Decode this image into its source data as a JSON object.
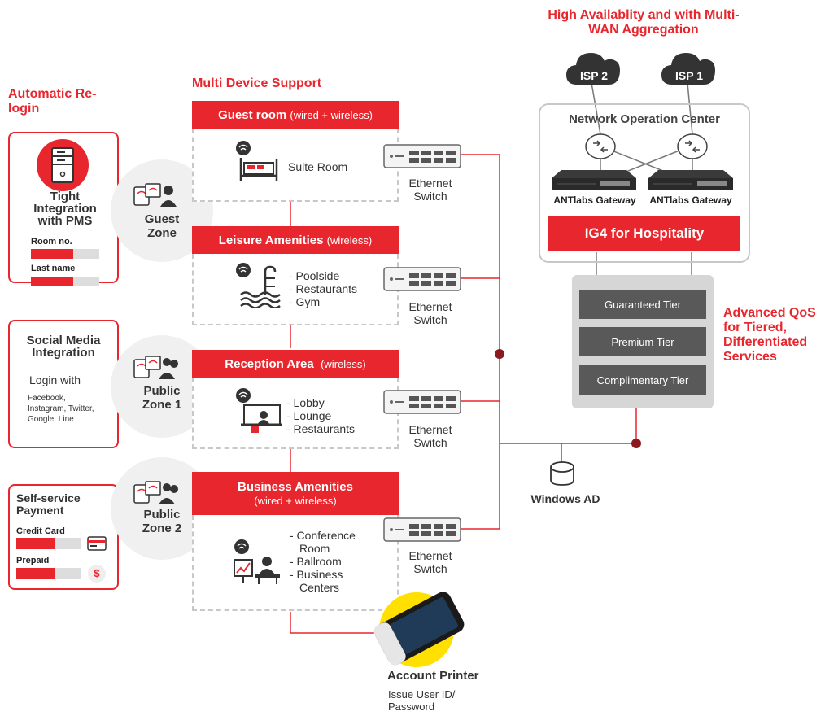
{
  "titles": {
    "relogin": "Automatic Re-login",
    "multi_device": "Multi Device Support",
    "high_avail": "High Availablity and with Multi-WAN Aggregation",
    "qos": "Advanced QoS for Tiered, Differentiated Services"
  },
  "pms_panel": {
    "heading": "Tight Integration with PMS",
    "fields": [
      "Room no.",
      "Last name"
    ]
  },
  "social_panel": {
    "heading": "Social Media Integration",
    "subheading": "Login with",
    "networks": "Facebook, Instagram, Twitter, Google, Line"
  },
  "payment_panel": {
    "heading": "Self-service Payment",
    "methods": [
      "Credit Card",
      "Prepaid"
    ],
    "dollar": "$"
  },
  "zones": {
    "guest": "Guest Zone",
    "public1": "Public Zone 1",
    "public2": "Public Zone 2"
  },
  "amenities": [
    {
      "title": "Guest room",
      "detail": "(wired + wireless)",
      "items": [
        "Suite Room"
      ]
    },
    {
      "title": "Leisure Amenities",
      "detail": "(wireless)",
      "items": [
        "- Poolside",
        "- Restaurants",
        "- Gym"
      ]
    },
    {
      "title": "Reception Area",
      "detail": "(wireless)",
      "items": [
        "- Lobby",
        "- Lounge",
        "- Restaurants"
      ]
    },
    {
      "title": "Business Amenities",
      "detail": "(wired + wireless)",
      "items": [
        "- Conference",
        "Room",
        "- Ballroom",
        "- Business",
        "Centers"
      ]
    }
  ],
  "switch_label": [
    "Ethernet",
    "Switch"
  ],
  "noc": {
    "title": "Network Operation Center",
    "isp1": "ISP 1",
    "isp2": "ISP 2",
    "gateway": "ANTlabs Gateway",
    "product": "IG4 for Hospitality"
  },
  "tiers": [
    "Guaranteed Tier",
    "Premium Tier",
    "Complimentary Tier"
  ],
  "windows_ad": "Windows AD",
  "printer": {
    "title": "Account Printer",
    "caption": [
      "Issue  User ID/",
      "Password"
    ]
  },
  "colors": {
    "accent": "#e8262d",
    "dark": "#333333",
    "tier": "#595959",
    "junction": "#8b1a1f",
    "printer_bg": "#ffe000"
  }
}
